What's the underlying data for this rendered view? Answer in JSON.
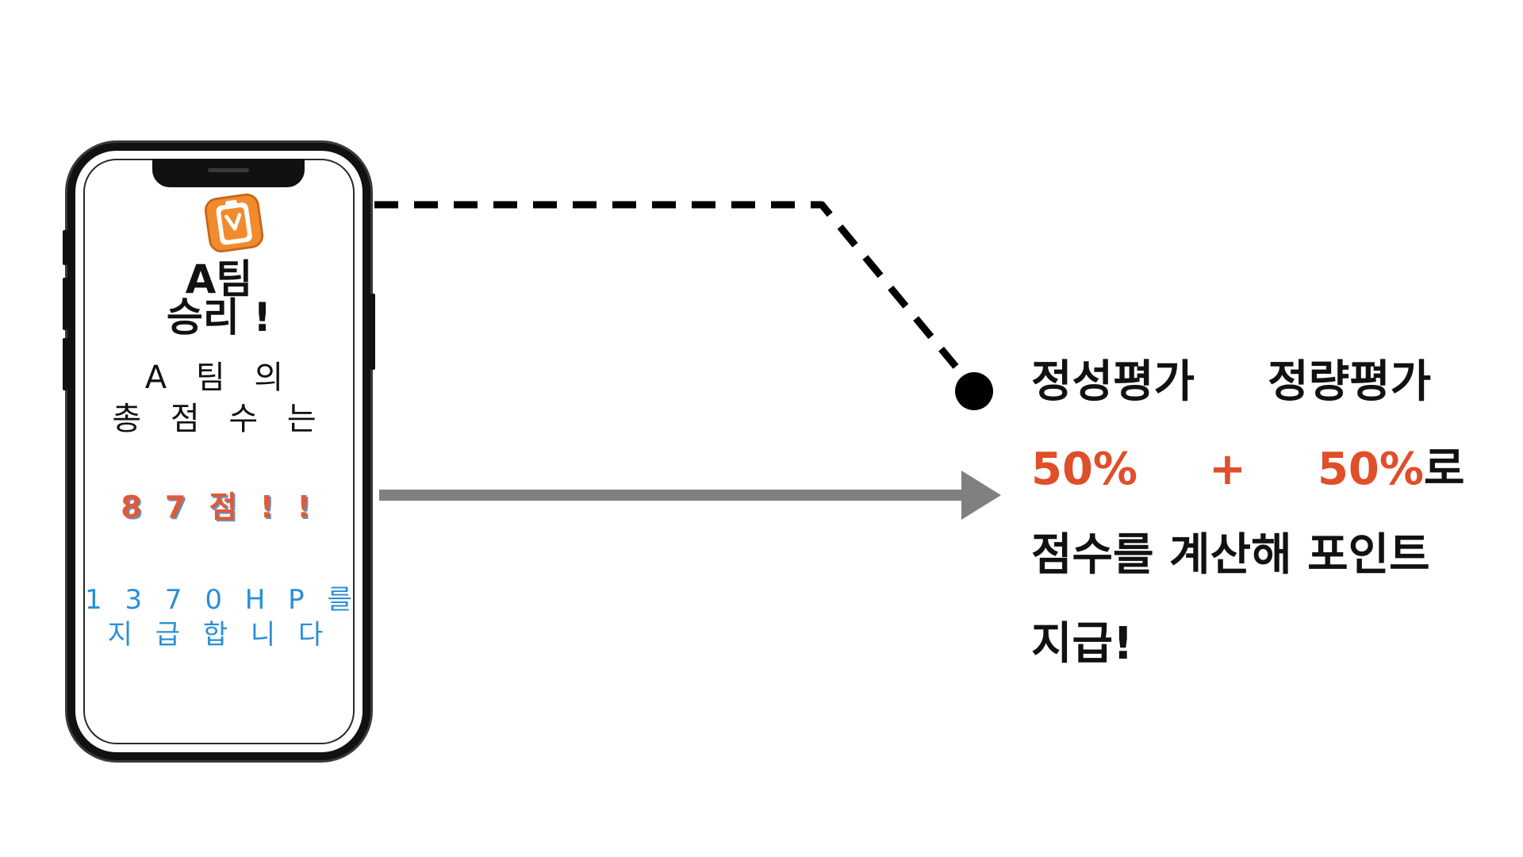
{
  "phone_screen": {
    "app_icon": "orange-tablet-icon",
    "title_lines": [
      "A팀",
      "승리 !"
    ],
    "total_lines": [
      "A 팀 의",
      "총 점 수 는"
    ],
    "score": "8 7 점  ! !",
    "points_lines": [
      "1 3 7 0 H P 를",
      "지 급 합 니 다"
    ]
  },
  "description": {
    "line1": [
      "정성평가",
      "정량평가"
    ],
    "line2": [
      "50%",
      "+",
      "50%",
      "로"
    ],
    "line3": "점수를 계산해 포인트",
    "line4": "지급!"
  },
  "colors": {
    "accent_orange": "#e04e2a",
    "points_blue": "#2b8fd6",
    "arrow_gray": "#808080",
    "line_black": "#000000"
  }
}
